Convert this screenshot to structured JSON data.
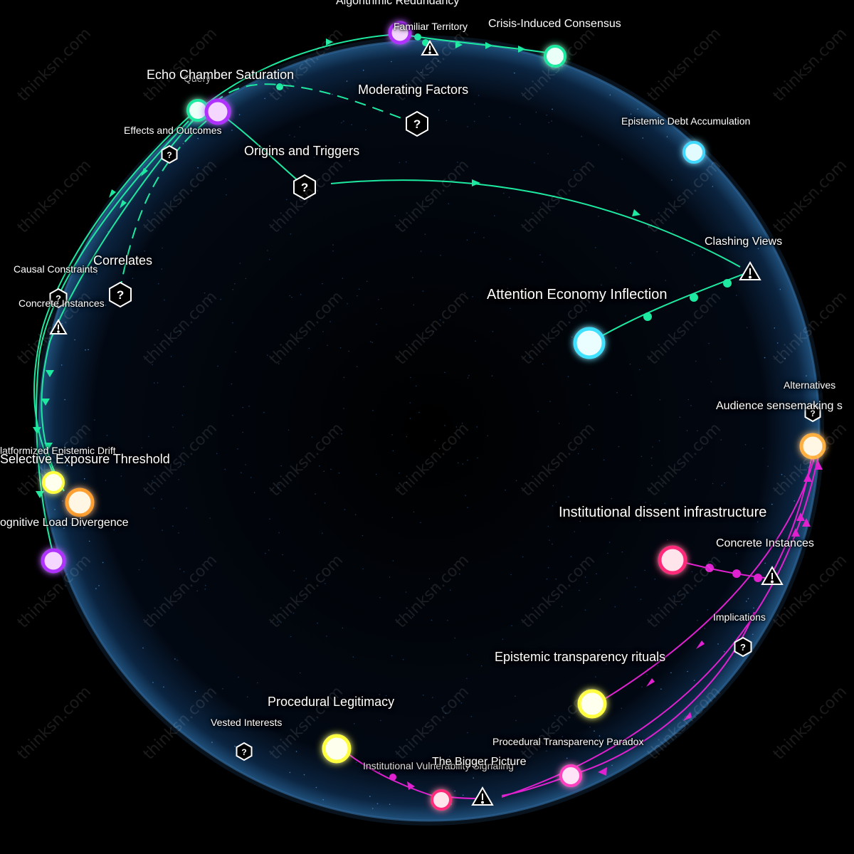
{
  "colors": {
    "background": "#000000",
    "sphere_edge": "#2a5f8f",
    "green_link": "#1de9a0",
    "magenta_link": "#e021d0",
    "cyan_node": "#9ff7ff",
    "purple_node": "#b030ff",
    "yellow_node": "#ffff40",
    "orange_node": "#ffb040",
    "pink_node": "#ff2a7a"
  },
  "watermark": "thinksn.com",
  "labels": {
    "algorithmic_redundancy": "Algorithmic Redundancy",
    "familiar_territory": "Familiar Territory",
    "crisis_induced_consensus": "Crisis-Induced Consensus",
    "echo_chamber_saturation": "Echo Chamber Saturation",
    "query": "Query",
    "moderating_factors": "Moderating Factors",
    "effects_and_outcomes": "Effects and Outcomes",
    "origins_and_triggers": "Origins and Triggers",
    "epistemic_debt_accumulation": "Epistemic Debt Accumulation",
    "clashing_views": "Clashing Views",
    "attention_economy_inflection": "Attention Economy Inflection",
    "causal_constraints": "Causal Constraints",
    "correlates": "Correlates",
    "concrete_instances_left": "Concrete Instances",
    "alternatives": "Alternatives",
    "audience_sensemaking": "Audience sensemaking s",
    "platformized_epistemic_drift": "latformized Epistemic Drift",
    "selective_exposure_threshold": "Selective Exposure Threshold",
    "cognitive_load_divergence": "ognitive Load Divergence",
    "institutional_dissent_infrastructure": "Institutional dissent infrastructure",
    "concrete_instances_right": "Concrete Instances",
    "implications": "Implications",
    "epistemic_transparency_rituals": "Epistemic transparency rituals",
    "procedural_legitimacy": "Procedural Legitimacy",
    "vested_interests": "Vested Interests",
    "procedural_transparency_paradox": "Procedural Transparency Paradox",
    "institutional_vulnerability_signaling": "Institutional Vulnerability Signaling",
    "the_bigger_picture": "The Bigger Picture"
  }
}
